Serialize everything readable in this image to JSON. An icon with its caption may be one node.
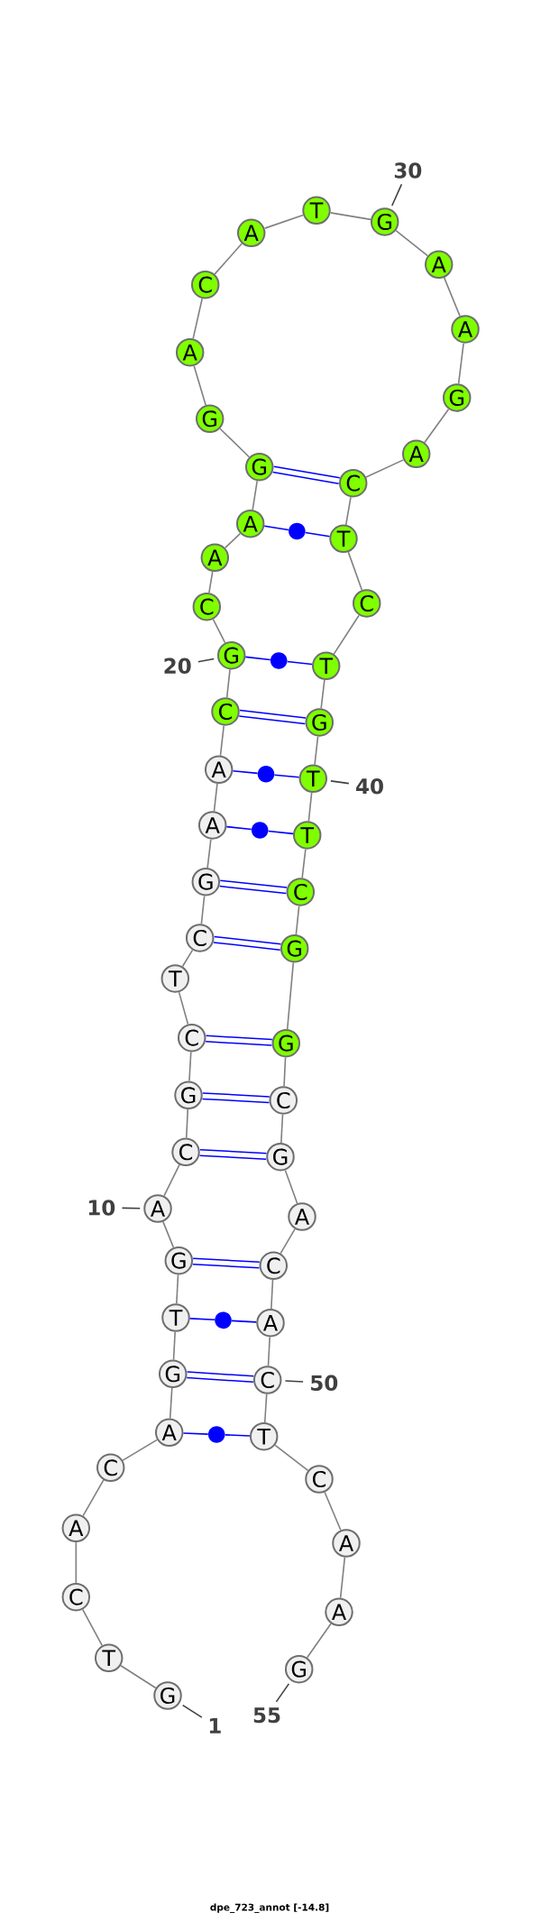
{
  "diagram": {
    "caption": "dpe_723_annot [-14.8]",
    "nodes": [
      {
        "text": [
          "G"
        ]
      },
      {
        "text": [
          "T"
        ]
      },
      {
        "text": [
          "C"
        ]
      },
      {
        "text": [
          "A"
        ]
      },
      {
        "text": [
          "C"
        ]
      },
      {
        "text": [
          "A"
        ]
      },
      {
        "text": [
          "G"
        ]
      },
      {
        "text": [
          "T"
        ]
      },
      {
        "text": [
          "G"
        ]
      },
      {
        "text": [
          "A"
        ]
      },
      {
        "text": [
          "C"
        ]
      },
      {
        "text": [
          "G"
        ]
      },
      {
        "text": [
          "C"
        ]
      },
      {
        "text": [
          "T"
        ]
      },
      {
        "text": [
          "C"
        ]
      },
      {
        "text": [
          "G"
        ]
      },
      {
        "text": [
          "A"
        ]
      },
      {
        "text": [
          "A"
        ]
      },
      {
        "text": [
          "C"
        ]
      },
      {
        "text": [
          "G"
        ]
      },
      {
        "text": [
          "C"
        ]
      },
      {
        "text": [
          "A"
        ]
      },
      {
        "text": [
          "A"
        ]
      },
      {
        "text": [
          "G"
        ]
      },
      {
        "text": [
          "G"
        ]
      },
      {
        "text": [
          "A"
        ]
      },
      {
        "text": [
          "C"
        ]
      },
      {
        "text": [
          "A"
        ]
      },
      {
        "text": [
          "T"
        ]
      },
      {
        "text": [
          "G"
        ]
      },
      {
        "text": [
          "A"
        ]
      },
      {
        "text": [
          "A"
        ]
      },
      {
        "text": [
          "G"
        ]
      },
      {
        "text": [
          "A"
        ]
      },
      {
        "text": [
          "C"
        ]
      },
      {
        "text": [
          "T"
        ]
      },
      {
        "text": [
          "C"
        ]
      },
      {
        "text": [
          "T"
        ]
      },
      {
        "text": [
          "G"
        ]
      },
      {
        "text": [
          "T"
        ]
      },
      {
        "text": [
          "T"
        ]
      },
      {
        "text": [
          "C"
        ]
      },
      {
        "text": [
          "G"
        ]
      },
      {
        "text": [
          "G"
        ]
      },
      {
        "text": [
          "C"
        ]
      },
      {
        "text": [
          "G"
        ]
      },
      {
        "text": [
          "A"
        ]
      },
      {
        "text": [
          "C"
        ]
      },
      {
        "text": [
          "A"
        ]
      },
      {
        "text": [
          "C"
        ]
      },
      {
        "text": [
          "T"
        ]
      },
      {
        "text": [
          "C"
        ]
      },
      {
        "text": [
          "A"
        ]
      },
      {
        "text": [
          "A"
        ]
      },
      {
        "text": [
          "G"
        ]
      },
      {
        "text": [
          "1"
        ]
      },
      {
        "text": [
          "10"
        ]
      },
      {
        "text": [
          "20"
        ]
      },
      {
        "text": [
          "30"
        ]
      },
      {
        "text": [
          "40"
        ]
      },
      {
        "text": [
          "50"
        ]
      },
      {
        "text": [
          "55"
        ]
      },
      {
        "text": [],
        "shape": "circle"
      },
      {
        "text": [],
        "shape": "circle"
      },
      {
        "text": [],
        "shape": "circle"
      },
      {
        "text": [],
        "shape": "circle"
      },
      {
        "text": [],
        "shape": "circle"
      },
      {
        "text": [],
        "shape": "circle"
      }
    ],
    "edges": [
      {
        "from": 0,
        "to": 1,
        "arrow": "none"
      },
      {
        "from": 1,
        "to": 2,
        "arrow": "none"
      },
      {
        "from": 2,
        "to": 3,
        "arrow": "none"
      },
      {
        "from": 3,
        "to": 4,
        "arrow": "none"
      },
      {
        "from": 4,
        "to": 5,
        "arrow": "none"
      },
      {
        "from": 5,
        "to": 6,
        "arrow": "none"
      },
      {
        "from": 6,
        "to": 7,
        "arrow": "none"
      },
      {
        "from": 7,
        "to": 8,
        "arrow": "none"
      },
      {
        "from": 8,
        "to": 9,
        "arrow": "none"
      },
      {
        "from": 9,
        "to": 10,
        "arrow": "none"
      },
      {
        "from": 10,
        "to": 11,
        "arrow": "none"
      },
      {
        "from": 11,
        "to": 12,
        "arrow": "none"
      },
      {
        "from": 12,
        "to": 13,
        "arrow": "none"
      },
      {
        "from": 13,
        "to": 14,
        "arrow": "none"
      },
      {
        "from": 14,
        "to": 15,
        "arrow": "none"
      },
      {
        "from": 15,
        "to": 16,
        "arrow": "none"
      },
      {
        "from": 16,
        "to": 17,
        "arrow": "none"
      },
      {
        "from": 17,
        "to": 18,
        "arrow": "none"
      },
      {
        "from": 18,
        "to": 19,
        "arrow": "none"
      },
      {
        "from": 19,
        "to": 20,
        "arrow": "none"
      },
      {
        "from": 20,
        "to": 21,
        "arrow": "none"
      },
      {
        "from": 21,
        "to": 22,
        "arrow": "none"
      },
      {
        "from": 22,
        "to": 23,
        "arrow": "none"
      },
      {
        "from": 23,
        "to": 24,
        "arrow": "none"
      },
      {
        "from": 24,
        "to": 25,
        "arrow": "none"
      },
      {
        "from": 25,
        "to": 26,
        "arrow": "none"
      },
      {
        "from": 26,
        "to": 27,
        "arrow": "none"
      },
      {
        "from": 27,
        "to": 28,
        "arrow": "none"
      },
      {
        "from": 28,
        "to": 29,
        "arrow": "none"
      },
      {
        "from": 29,
        "to": 30,
        "arrow": "none"
      },
      {
        "from": 30,
        "to": 31,
        "arrow": "none"
      },
      {
        "from": 31,
        "to": 32,
        "arrow": "none"
      },
      {
        "from": 32,
        "to": 33,
        "arrow": "none"
      },
      {
        "from": 33,
        "to": 34,
        "arrow": "none"
      },
      {
        "from": 34,
        "to": 35,
        "arrow": "none"
      },
      {
        "from": 35,
        "to": 36,
        "arrow": "none"
      },
      {
        "from": 36,
        "to": 37,
        "arrow": "none"
      },
      {
        "from": 37,
        "to": 38,
        "arrow": "none"
      },
      {
        "from": 38,
        "to": 39,
        "arrow": "none"
      },
      {
        "from": 39,
        "to": 40,
        "arrow": "none"
      },
      {
        "from": 40,
        "to": 41,
        "arrow": "none"
      },
      {
        "from": 41,
        "to": 42,
        "arrow": "none"
      },
      {
        "from": 42,
        "to": 43,
        "arrow": "none"
      },
      {
        "from": 43,
        "to": 44,
        "arrow": "none"
      },
      {
        "from": 44,
        "to": 45,
        "arrow": "none"
      },
      {
        "from": 45,
        "to": 46,
        "arrow": "none"
      },
      {
        "from": 46,
        "to": 47,
        "arrow": "none"
      },
      {
        "from": 47,
        "to": 48,
        "arrow": "none"
      },
      {
        "from": 48,
        "to": 49,
        "arrow": "none"
      },
      {
        "from": 49,
        "to": 50,
        "arrow": "none"
      },
      {
        "from": 50,
        "to": 51,
        "arrow": "none"
      },
      {
        "from": 51,
        "to": 52,
        "arrow": "none"
      },
      {
        "from": 52,
        "to": 53,
        "arrow": "none"
      },
      {
        "from": 53,
        "to": 54,
        "arrow": "none"
      },
      {
        "from": 23,
        "to": 34,
        "arrow": "none",
        "style": "thick",
        "color": "#0000ff"
      },
      {
        "from": 18,
        "to": 38,
        "arrow": "none",
        "style": "thick",
        "color": "#0000ff"
      },
      {
        "from": 15,
        "to": 41,
        "arrow": "none",
        "style": "thick",
        "color": "#0000ff"
      },
      {
        "from": 14,
        "to": 42,
        "arrow": "none",
        "style": "thick",
        "color": "#0000ff"
      },
      {
        "from": 12,
        "to": 43,
        "arrow": "none",
        "style": "thick",
        "color": "#0000ff"
      },
      {
        "from": 11,
        "to": 44,
        "arrow": "none",
        "style": "thick",
        "color": "#0000ff"
      },
      {
        "from": 10,
        "to": 45,
        "arrow": "none",
        "style": "thick",
        "color": "#0000ff"
      },
      {
        "from": 8,
        "to": 47,
        "arrow": "none",
        "style": "thick",
        "color": "#0000ff"
      },
      {
        "from": 6,
        "to": 49,
        "arrow": "none",
        "style": "thick",
        "color": "#0000ff"
      },
      {
        "from": 22,
        "to": 62,
        "arrow": "none",
        "color": "#0000ff"
      },
      {
        "from": 62,
        "to": 35,
        "arrow": "none",
        "color": "#0000ff"
      },
      {
        "from": 19,
        "to": 63,
        "arrow": "none",
        "color": "#0000ff"
      },
      {
        "from": 63,
        "to": 37,
        "arrow": "none",
        "color": "#0000ff"
      },
      {
        "from": 17,
        "to": 64,
        "arrow": "none",
        "color": "#0000ff"
      },
      {
        "from": 64,
        "to": 39,
        "arrow": "none",
        "color": "#0000ff"
      },
      {
        "from": 16,
        "to": 65,
        "arrow": "none",
        "color": "#0000ff"
      },
      {
        "from": 65,
        "to": 40,
        "arrow": "none",
        "color": "#0000ff"
      },
      {
        "from": 7,
        "to": 66,
        "arrow": "none",
        "color": "#0000ff"
      },
      {
        "from": 66,
        "to": 48,
        "arrow": "none",
        "color": "#0000ff"
      },
      {
        "from": 5,
        "to": 67,
        "arrow": "none",
        "color": "#0000ff"
      },
      {
        "from": 67,
        "to": 50,
        "arrow": "none",
        "color": "#0000ff"
      },
      {
        "from": 55,
        "to": 0,
        "arrow": "none",
        "color": "#404040"
      },
      {
        "from": 56,
        "to": 9,
        "arrow": "none",
        "color": "#404040"
      },
      {
        "from": 57,
        "to": 19,
        "arrow": "none",
        "color": "#404040"
      },
      {
        "from": 58,
        "to": 29,
        "arrow": "none",
        "color": "#404040"
      },
      {
        "from": 59,
        "to": 39,
        "arrow": "none",
        "color": "#404040"
      },
      {
        "from": 60,
        "to": 49,
        "arrow": "none",
        "color": "#404040"
      },
      {
        "from": 61,
        "to": 54,
        "arrow": "none",
        "color": "#404040"
      }
    ]
  }
}
